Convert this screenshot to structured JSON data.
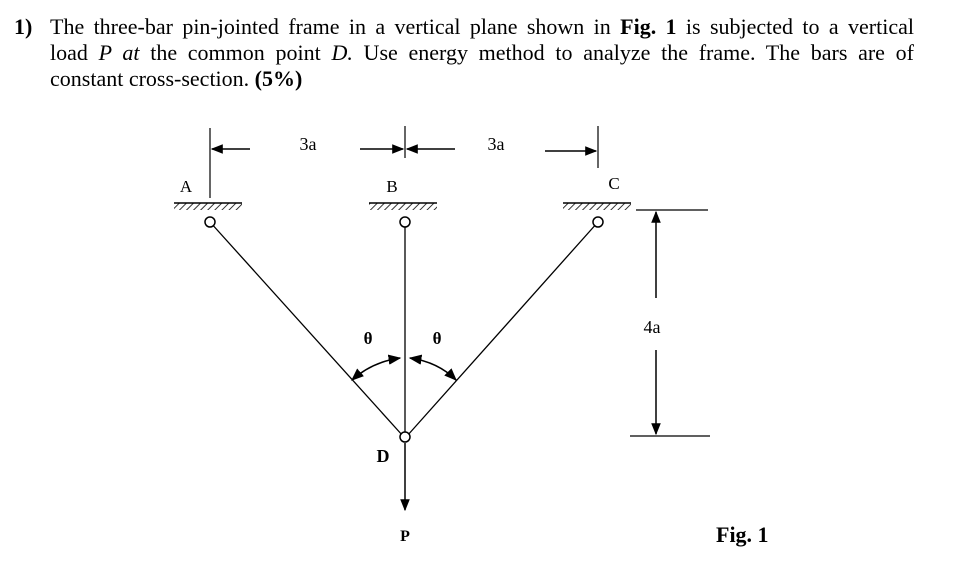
{
  "question": {
    "number": "1)",
    "line1_a": "The three-bar pin-jointed frame in a vertical plane shown in ",
    "line1_fig": "Fig. 1",
    "line1_b": " is subjected to a vertical",
    "line2_a": "load ",
    "line2_p": "P at",
    "line2_b": " the common point ",
    "line2_d": "D.",
    "line2_c": " Use energy method to analyze the frame. The bars are of",
    "line3_a": "constant cross-section. ",
    "line3_marks": "(5%)"
  },
  "figure": {
    "caption": "Fig. 1",
    "support_a": "A",
    "support_b": "B",
    "support_c": "C",
    "joint_d": "D",
    "load": "P",
    "angle_left": "θ",
    "angle_right": "θ",
    "dim_left": "3a",
    "dim_right": "3a",
    "dim_height": "4a"
  }
}
